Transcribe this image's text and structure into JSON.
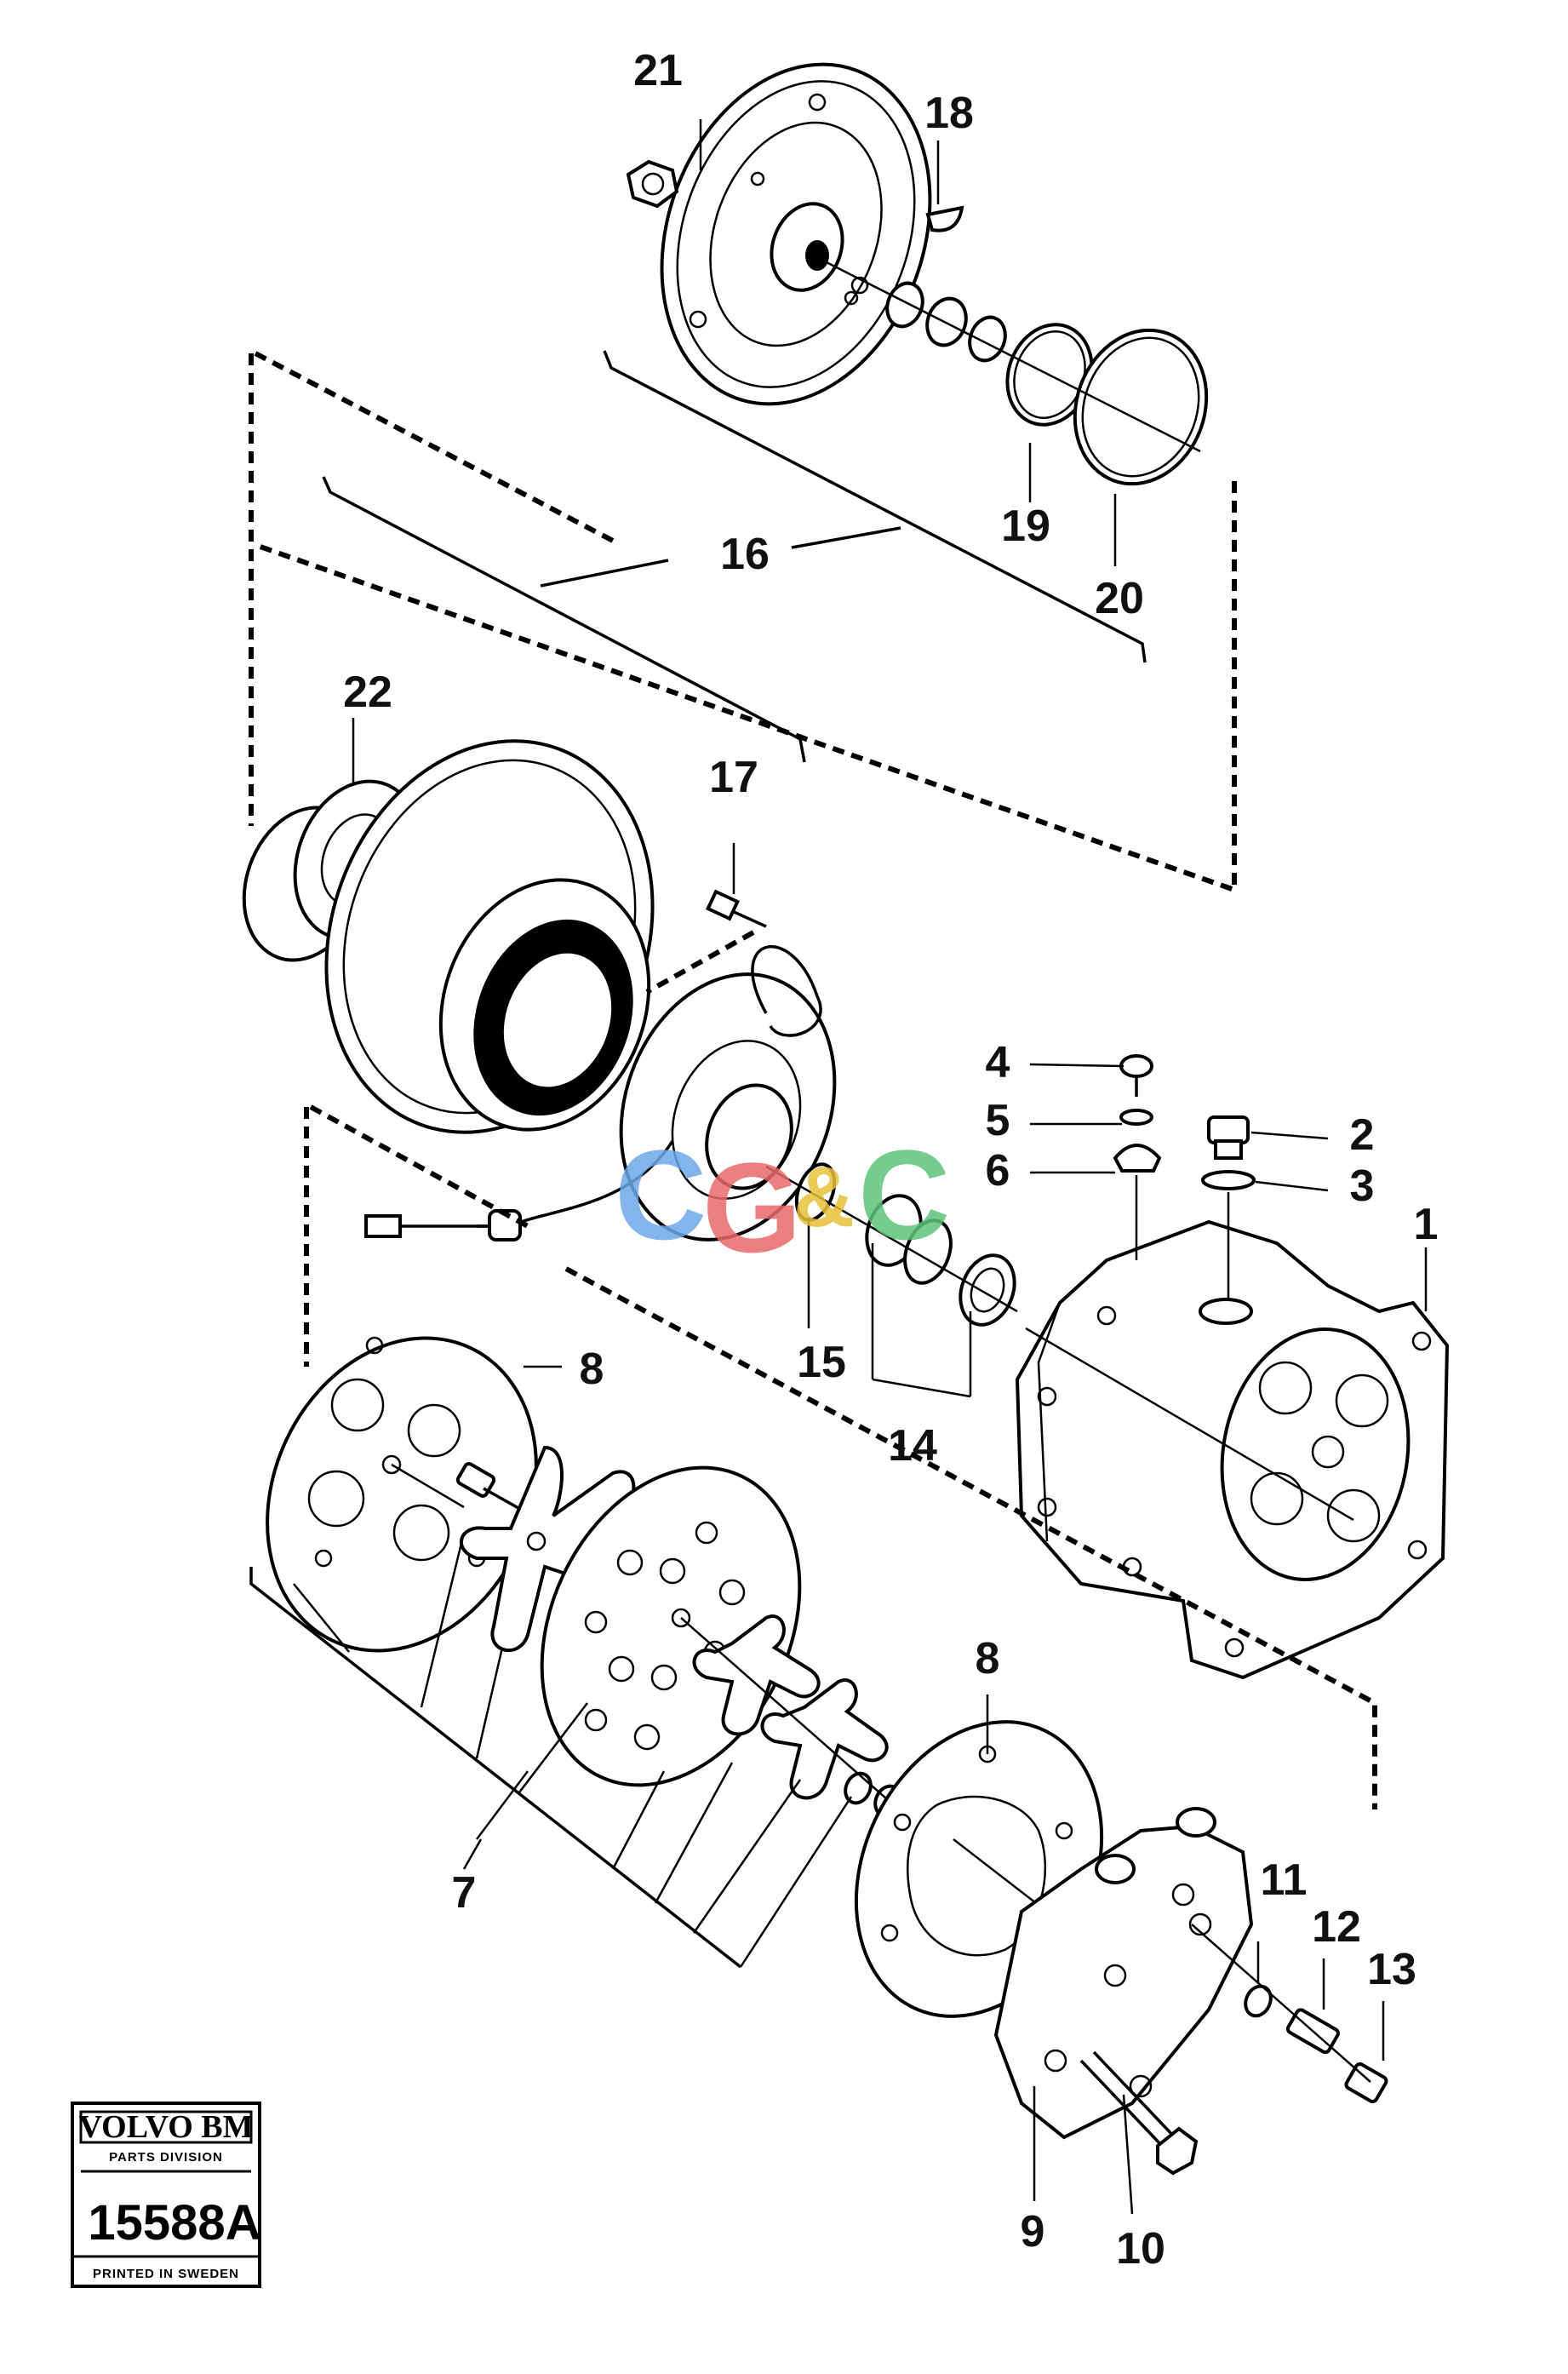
{
  "labels": {
    "n1": "1",
    "n2": "2",
    "n3": "3",
    "n4": "4",
    "n5": "5",
    "n6": "6",
    "n7": "7",
    "n8a": "8",
    "n8b": "8",
    "n9": "9",
    "n10": "10",
    "n11": "11",
    "n12": "12",
    "n13": "13",
    "n14": "14",
    "n15": "15",
    "n16": "16",
    "n17": "17",
    "n18": "18",
    "n19": "19",
    "n20": "20",
    "n21": "21",
    "n22": "22"
  },
  "title_box": {
    "brand": "VOLVO BM",
    "division": "PARTS DIVISION",
    "number": "15588A",
    "printed": "PRINTED IN SWEDEN"
  },
  "watermark": {
    "letters": [
      "C",
      "G",
      "&",
      "C"
    ],
    "colors": [
      "#6ea8e8",
      "#e96a6a",
      "#e8c23a",
      "#5cc47a"
    ]
  }
}
